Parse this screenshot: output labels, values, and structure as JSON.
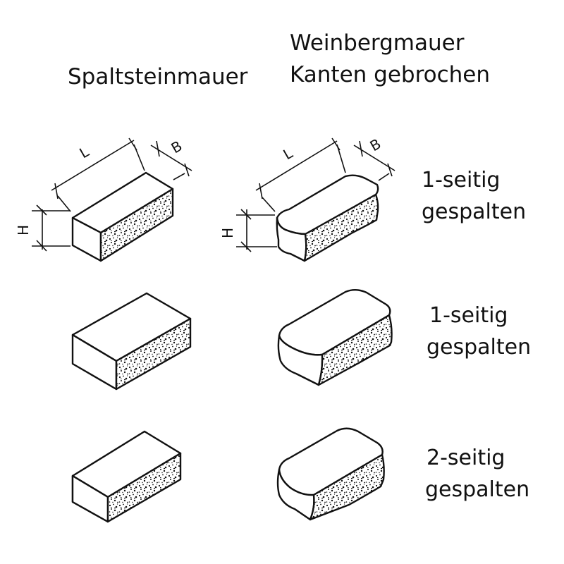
{
  "column_headers": {
    "left": "Spaltsteinmauer",
    "right_line1": "Weinbergmauer",
    "right_line2": "Kanten gebrochen"
  },
  "dimensions": {
    "length": "L",
    "width": "B",
    "height": "H"
  },
  "rows": [
    {
      "line1": "1-seitig",
      "line2": "gespalten"
    },
    {
      "line1": "1-seitig",
      "line2": "gespalten"
    },
    {
      "line1": "2-seitig",
      "line2": "gespalten"
    }
  ],
  "colors": {
    "ink": "#111111",
    "paper": "#ffffff"
  }
}
